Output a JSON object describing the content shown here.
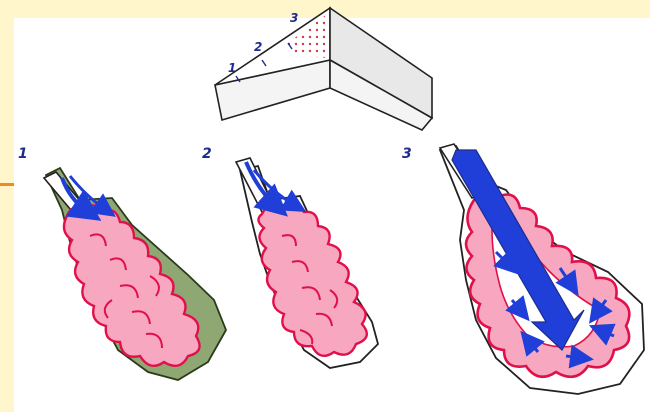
{
  "figure": {
    "block_labels": [
      "1",
      "2",
      "3"
    ],
    "lobule_labels": [
      "1",
      "2",
      "3"
    ]
  },
  "colors": {
    "slide_background": "#FFF6CC",
    "accent_rule": "#F08A1C",
    "lobule_outline": "#E0104A",
    "lobule_fill": "#F7A8C0",
    "outer_rim_green": "#8FA873",
    "arrow_blue": "#1F3FD8",
    "pen_dark": "#1E2C8C"
  },
  "icons": [
    "blue-arrow-icon"
  ]
}
